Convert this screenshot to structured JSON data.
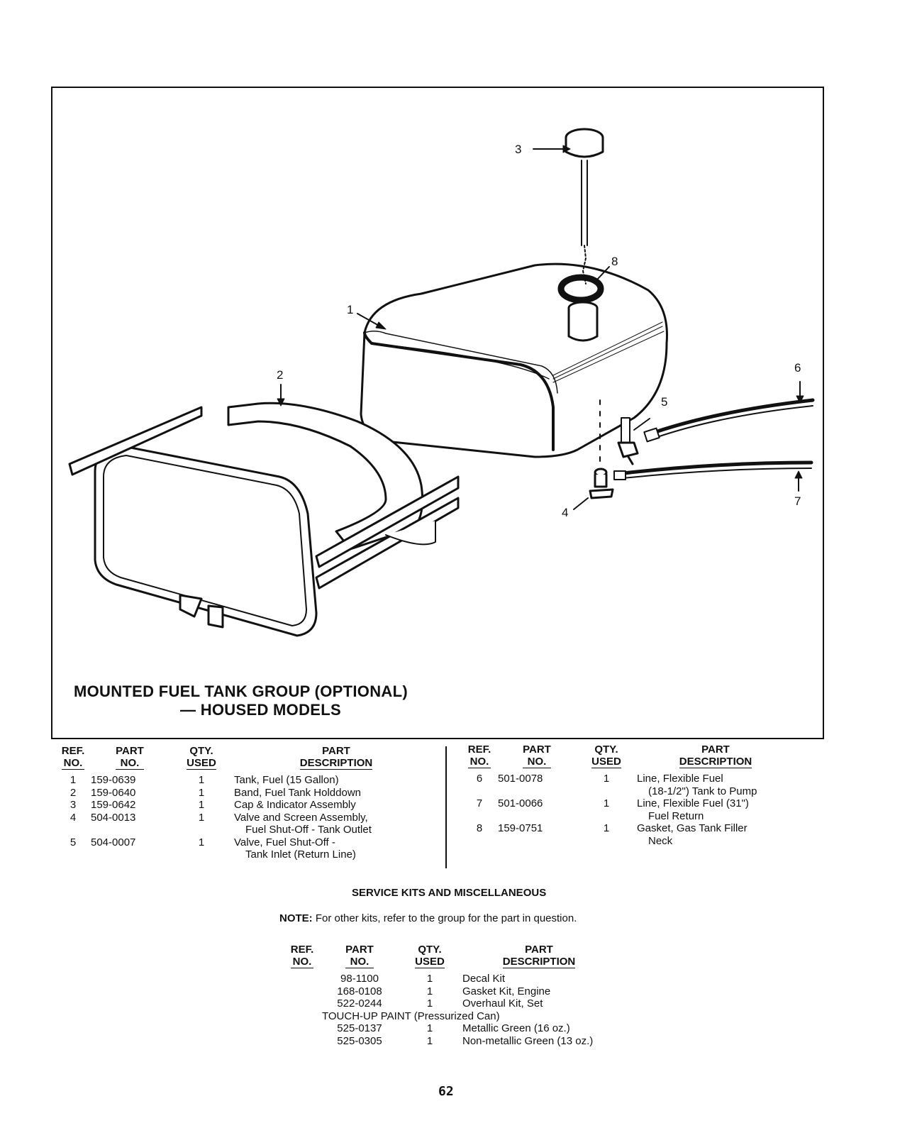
{
  "figure": {
    "title_line1": "MOUNTED FUEL TANK GROUP (OPTIONAL)",
    "title_line2": "— HOUSED MODELS",
    "callouts": [
      "1",
      "2",
      "3",
      "4",
      "5",
      "6",
      "7",
      "8"
    ]
  },
  "parts_table": {
    "headers": {
      "ref": [
        "REF.",
        "NO."
      ],
      "part": [
        "PART",
        "NO."
      ],
      "qty": [
        "QTY.",
        "USED"
      ],
      "desc": [
        "PART",
        "DESCRIPTION"
      ]
    },
    "left_rows": [
      {
        "ref": "1",
        "part": "159-0639",
        "qty": "1",
        "desc": "Tank, Fuel (15 Gallon)",
        "desc2": ""
      },
      {
        "ref": "2",
        "part": "159-0640",
        "qty": "1",
        "desc": "Band, Fuel Tank Holddown",
        "desc2": ""
      },
      {
        "ref": "3",
        "part": "159-0642",
        "qty": "1",
        "desc": "Cap & Indicator Assembly",
        "desc2": ""
      },
      {
        "ref": "4",
        "part": "504-0013",
        "qty": "1",
        "desc": "Valve and Screen Assembly,",
        "desc2": "Fuel Shut-Off - Tank Outlet"
      },
      {
        "ref": "5",
        "part": "504-0007",
        "qty": "1",
        "desc": "Valve, Fuel Shut-Off -",
        "desc2": "Tank Inlet (Return Line)"
      }
    ],
    "right_rows": [
      {
        "ref": "6",
        "part": "501-0078",
        "qty": "1",
        "desc": "Line, Flexible Fuel",
        "desc2": "(18-1/2\") Tank to Pump"
      },
      {
        "ref": "7",
        "part": "501-0066",
        "qty": "1",
        "desc": "Line, Flexible Fuel (31\")",
        "desc2": "Fuel Return"
      },
      {
        "ref": "8",
        "part": "159-0751",
        "qty": "1",
        "desc": "Gasket, Gas Tank Filler",
        "desc2": "Neck"
      }
    ]
  },
  "service_kits": {
    "title": "SERVICE KITS AND MISCELLANEOUS",
    "note_label": "NOTE:",
    "note_text": "For other kits, refer to the group for the part in question.",
    "headers": {
      "ref": [
        "REF.",
        "NO."
      ],
      "part": [
        "PART",
        "NO."
      ],
      "qty": [
        "QTY.",
        "USED"
      ],
      "desc": [
        "PART",
        "DESCRIPTION"
      ]
    },
    "rows": [
      {
        "part": "98-1100",
        "qty": "1",
        "desc": "Decal Kit"
      },
      {
        "part": "168-0108",
        "qty": "1",
        "desc": "Gasket Kit, Engine"
      },
      {
        "part": "522-0244",
        "qty": "1",
        "desc": "Overhaul Kit, Set"
      }
    ],
    "touchup_label": "TOUCH-UP PAINT (Pressurized Can)",
    "touchup_rows": [
      {
        "part": "525-0137",
        "qty": "1",
        "desc": "Metallic Green (16 oz.)"
      },
      {
        "part": "525-0305",
        "qty": "1",
        "desc": "Non-metallic Green (13 oz.)"
      }
    ]
  },
  "page_number": "62"
}
